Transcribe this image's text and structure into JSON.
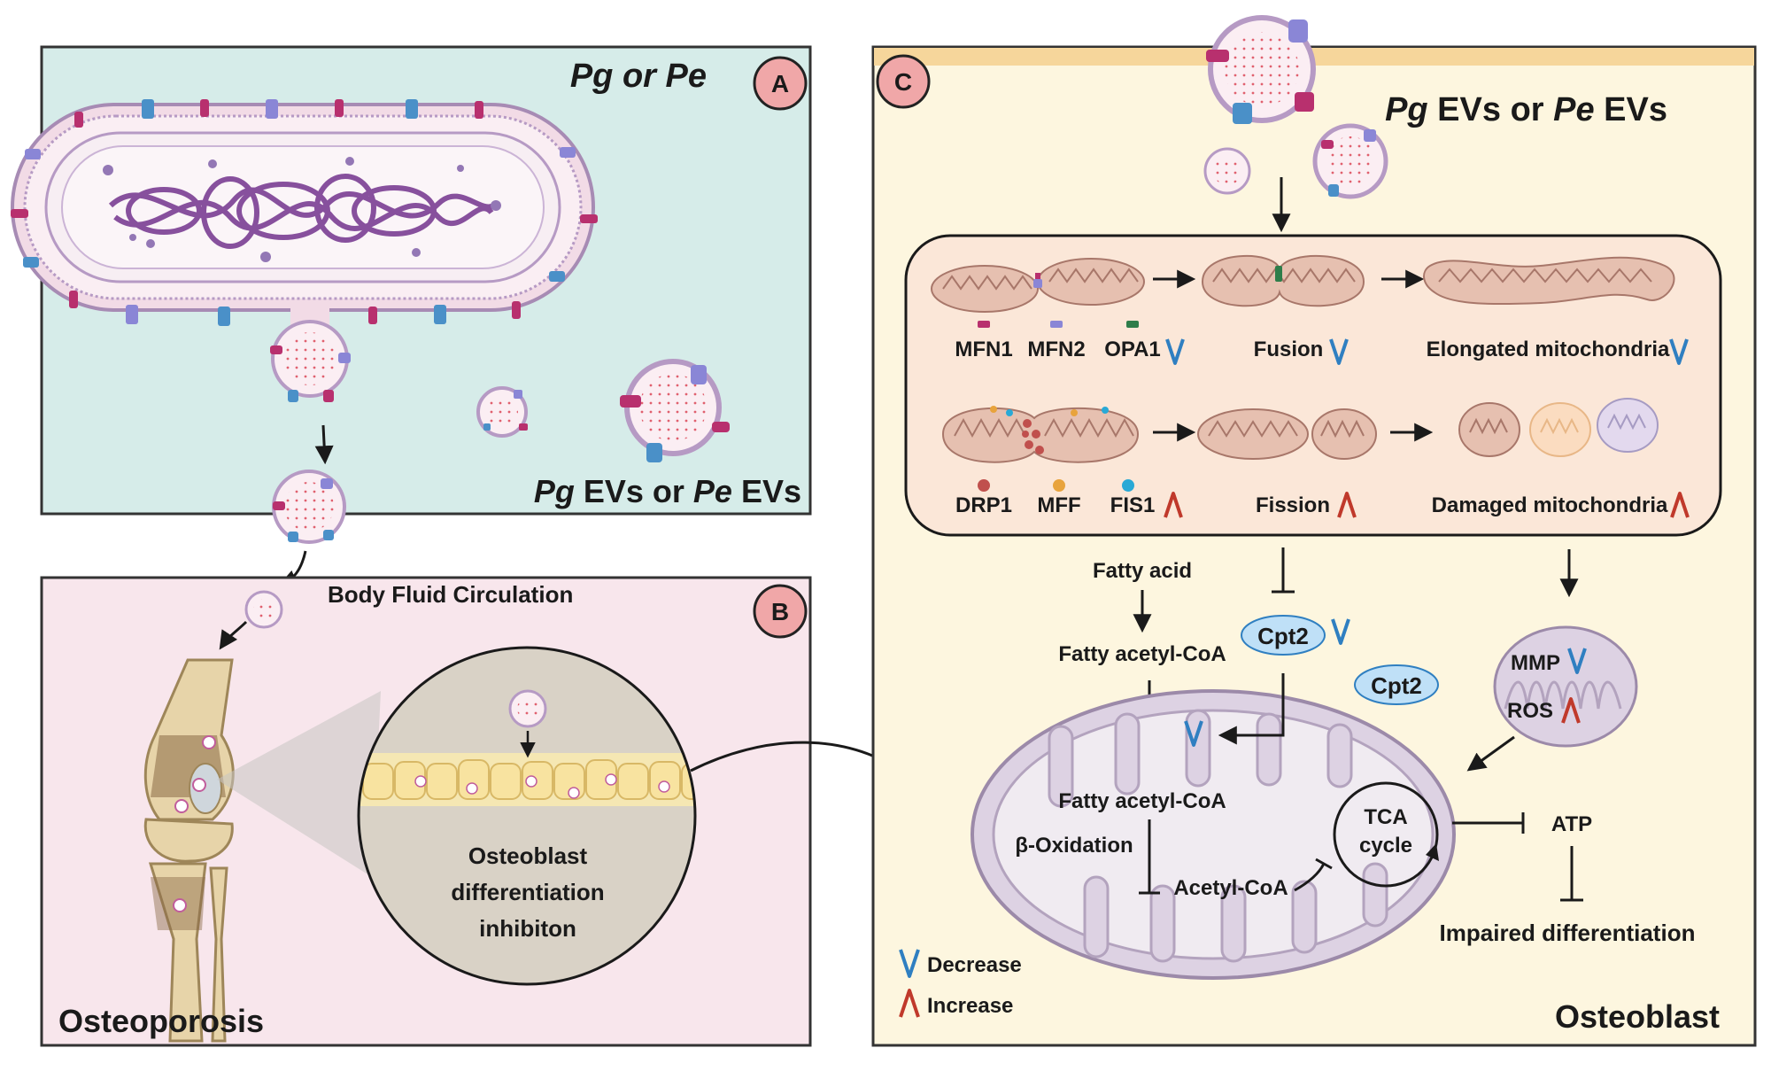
{
  "panel_a": {
    "badge": "A",
    "title_pg": "Pg",
    "title_or": " or ",
    "title_pe": "Pe",
    "ev_pg": "Pg",
    "ev_mid": " EVs or ",
    "ev_pe": "Pe",
    "ev_end": " EVs",
    "bg_color": "#d6ece9"
  },
  "panel_b": {
    "badge": "B",
    "circulation_label": "Body Fluid Circulation",
    "inset_line1": "Osteoblast",
    "inset_line2": "differentiation",
    "inset_line3": "inhibiton",
    "disease_label": "Osteoporosis",
    "bg_color": "#f8e6ec"
  },
  "panel_c": {
    "badge": "C",
    "ev_pg": "Pg",
    "ev_mid": " EVs or ",
    "ev_pe": "Pe",
    "ev_end": " EVs",
    "fusion_proteins": [
      "MFN1",
      "MFN2",
      "OPA1"
    ],
    "fusion_label": "Fusion",
    "elongated_label": "Elongated mitochondria",
    "fission_proteins": [
      "DRP1",
      "MFF",
      "FIS1"
    ],
    "fission_label": "Fission",
    "damaged_label": "Damaged mitochondria",
    "fatty_acid": "Fatty acid",
    "fatty_acyl_coa": "Fatty acetyl-CoA",
    "cpt2": "Cpt2",
    "mmp": "MMP",
    "ros": "ROS",
    "inner_fatty_acyl_coa": "Fatty acetyl-CoA",
    "beta_oxidation": "β-Oxidation",
    "acetyl_coa": "Acetyl-CoA",
    "tca_line1": "TCA",
    "tca_line2": "cycle",
    "atp": "ATP",
    "impaired": "Impaired differentiation",
    "legend_decrease": "Decrease",
    "legend_increase": "Increase",
    "cell_label": "Osteoblast",
    "bg_color": "#fdf6df"
  },
  "colors": {
    "decrease": "#2f7fc1",
    "increase": "#c0392b",
    "badge_fill": "#f0a7a8",
    "mito_fill": "#e6c0b0",
    "big_mito_fill": "#ddd2e3",
    "cpt2_fill": "#bfe0f7"
  },
  "icons": [
    "bacterium-icon",
    "extracellular-vesicle-icon",
    "knee-bone-icon",
    "mitochondrion-icon",
    "decrease-arrow-icon",
    "increase-arrow-icon"
  ]
}
